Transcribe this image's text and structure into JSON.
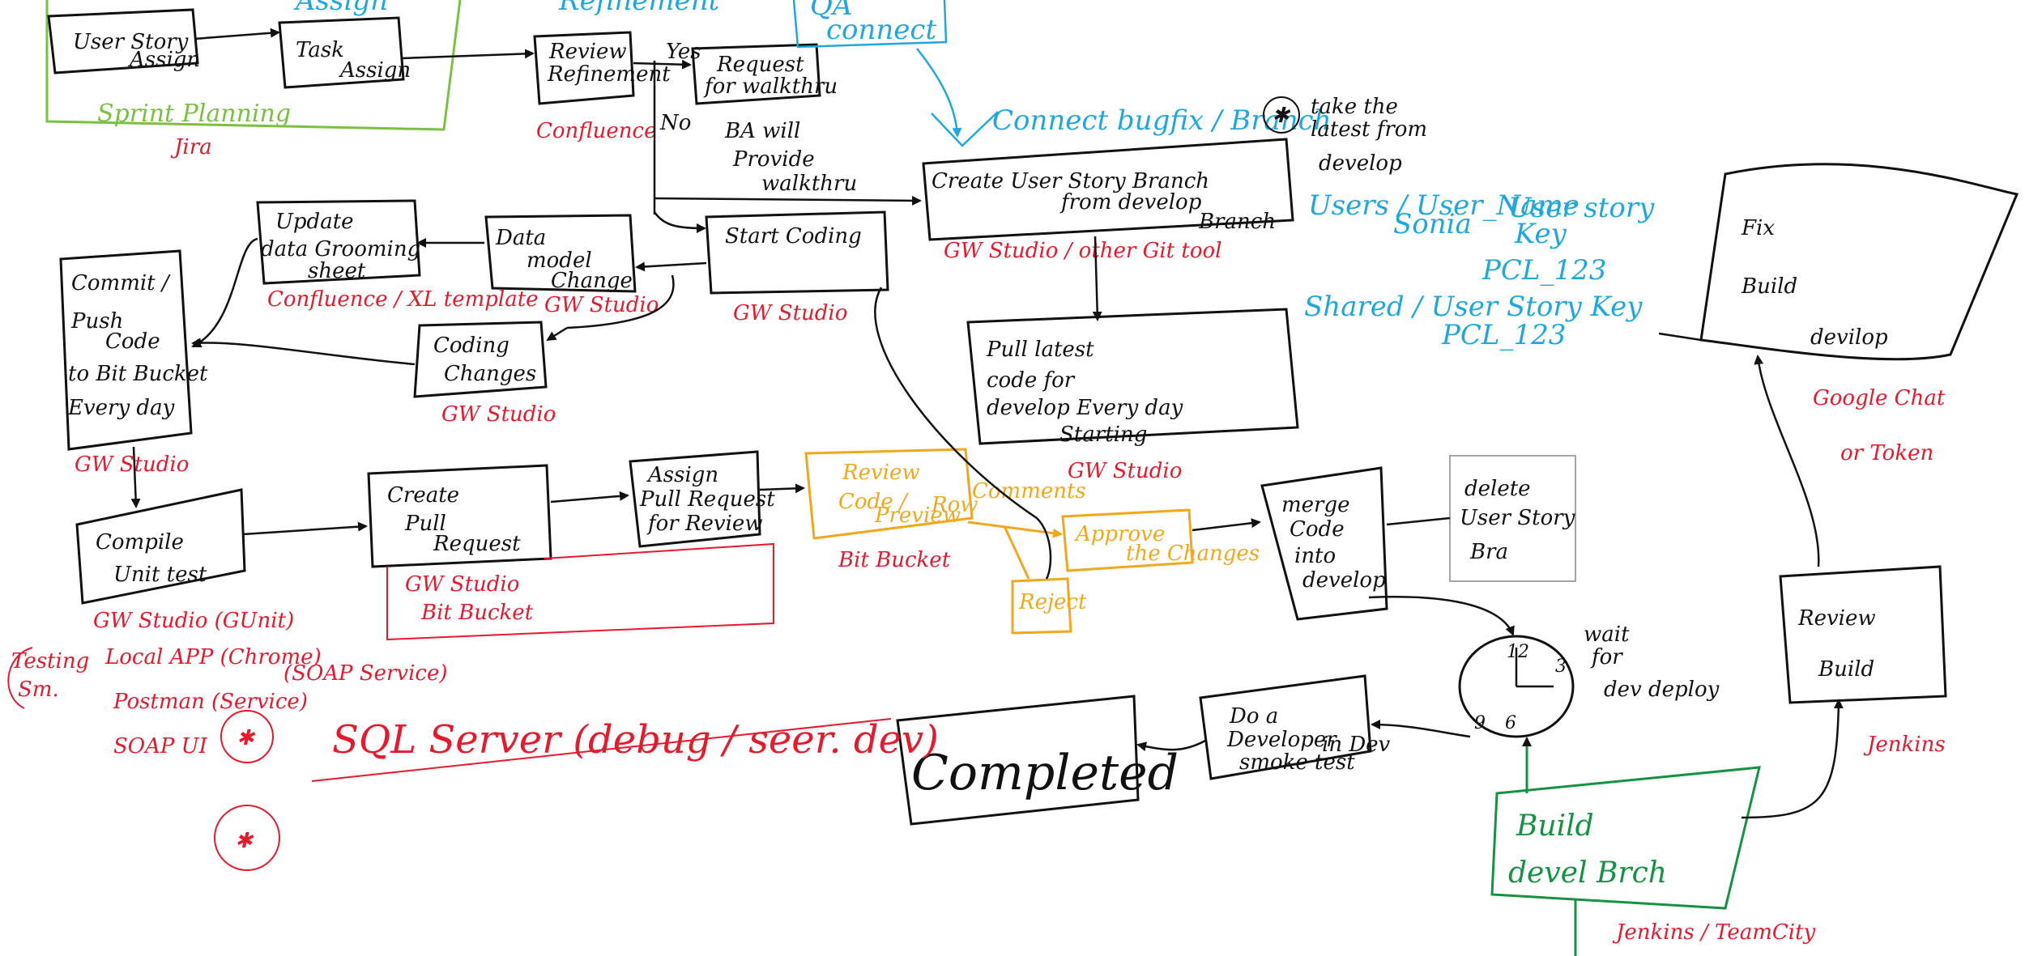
{
  "colors": {
    "ink": "#111111",
    "red_notes": "#e8192c",
    "cyan_notes": "#1fa8e0",
    "green_sprint": "#7ac142",
    "green_build": "#159342",
    "orange_review": "#f2a81d",
    "gray_box": "#888888"
  },
  "boxes": {
    "user_story_assign": [
      "User Story",
      "Assign"
    ],
    "task_assign": [
      "Task",
      "Assign"
    ],
    "review_refinement": [
      "Review",
      "Refinement"
    ],
    "request_for_walkthrough": [
      "Request",
      "for walkthru"
    ],
    "qa_connect": [
      "QA",
      "connect"
    ],
    "create_user_story_branch": [
      "Create User Story Branch",
      "from develop",
      "Branch"
    ],
    "update_data_grooming_sheet": [
      "Update",
      "data Grooming",
      "sheet"
    ],
    "data_model_change": [
      "Data",
      "model",
      "Change"
    ],
    "start_coding": [
      "Start Coding"
    ],
    "commit_push": [
      "Commit /",
      "Push",
      "Code",
      "to Bit Bucket",
      "Every day"
    ],
    "coding_changes": [
      "Coding",
      "Changes"
    ],
    "pull_latest_code": [
      "Pull latest",
      "code for",
      "develop Every day",
      "Starting"
    ],
    "compile_unit_test": [
      "Compile",
      "Unit test"
    ],
    "create_pull_request": [
      "Create",
      "Pull",
      "Request"
    ],
    "assign_pull_request": [
      "Assign",
      "Pull Request",
      "for Review"
    ],
    "review_code": [
      "Review",
      "Code /"
    ],
    "approve_the_changes": [
      "Approve",
      "the Changes"
    ],
    "reject": [
      "Reject"
    ],
    "merge_code": [
      "merge",
      "Code",
      "into",
      "develop"
    ],
    "delete_note": [
      "delete",
      "User Story",
      "Bra"
    ],
    "fix_build": [
      "Fix",
      "Build",
      "devilop"
    ],
    "review_build": [
      "Review",
      "Build"
    ],
    "build_develop": [
      "Build",
      "devel Brch"
    ],
    "developer_smoke_test": [
      "Do a",
      "Developer",
      "smoke test",
      "in Dev"
    ],
    "completed": [
      "Completed"
    ]
  },
  "clock_numbers": [
    "12",
    "3",
    "6",
    "9"
  ],
  "labels": {
    "yes": "Yes",
    "no": "No",
    "ba_will_provide_walkthrough": [
      "BA will",
      "Provide",
      "walkthru"
    ],
    "review_preview": "Preview",
    "review_row": "Row",
    "review_comments": "Comments",
    "wait_for_dev_deploy": [
      "wait",
      "for",
      "dev deploy"
    ],
    "take_latest": [
      "take the",
      "latest from",
      "develop"
    ]
  },
  "notes": {
    "sprint_planning": "Sprint Planning",
    "jira": "Jira",
    "confluence": "Confluence",
    "gw_studio_other_git": "GW Studio / other Git tool",
    "gw_studio_start": "GW Studio",
    "confluence_xl_template": "Confluence / XL template",
    "gw_studio_model": "GW Studio",
    "gw_studio_coding": "GW Studio",
    "gw_studio_commit": "GW Studio",
    "gw_studio_pull": "GW Studio",
    "gw_studio_pr": "GW Studio",
    "bit_bucket_pr": "Bit Bucket",
    "bit_bucket_review": "Bit Bucket",
    "testing_tools": [
      "GW Studio (GUnit)",
      "Local APP (Chrome)",
      "Postman (Service)",
      "SOAP UI",
      "(SOAP Service)"
    ],
    "testing_side": [
      "Testing",
      "Sm."
    ],
    "sql_server": "SQL Server (debug / seer. dev)",
    "google_chat": [
      "Google Chat",
      "or Token"
    ],
    "jenkins_build": "Jenkins",
    "jenkins_teamcity": "Jenkins / TeamCity"
  },
  "cyan_notes": {
    "top_fragment": "Assign",
    "top_fragment_2": "Refinement",
    "connect_bugfix": "Connect  bugfix / Branch",
    "branch_naming": [
      "Users / User_Name",
      "Sonia",
      "User story",
      "Key",
      "PCL_123"
    ],
    "shared_naming": "Shared / User Story Key",
    "shared_naming_key": "PCL_123"
  }
}
